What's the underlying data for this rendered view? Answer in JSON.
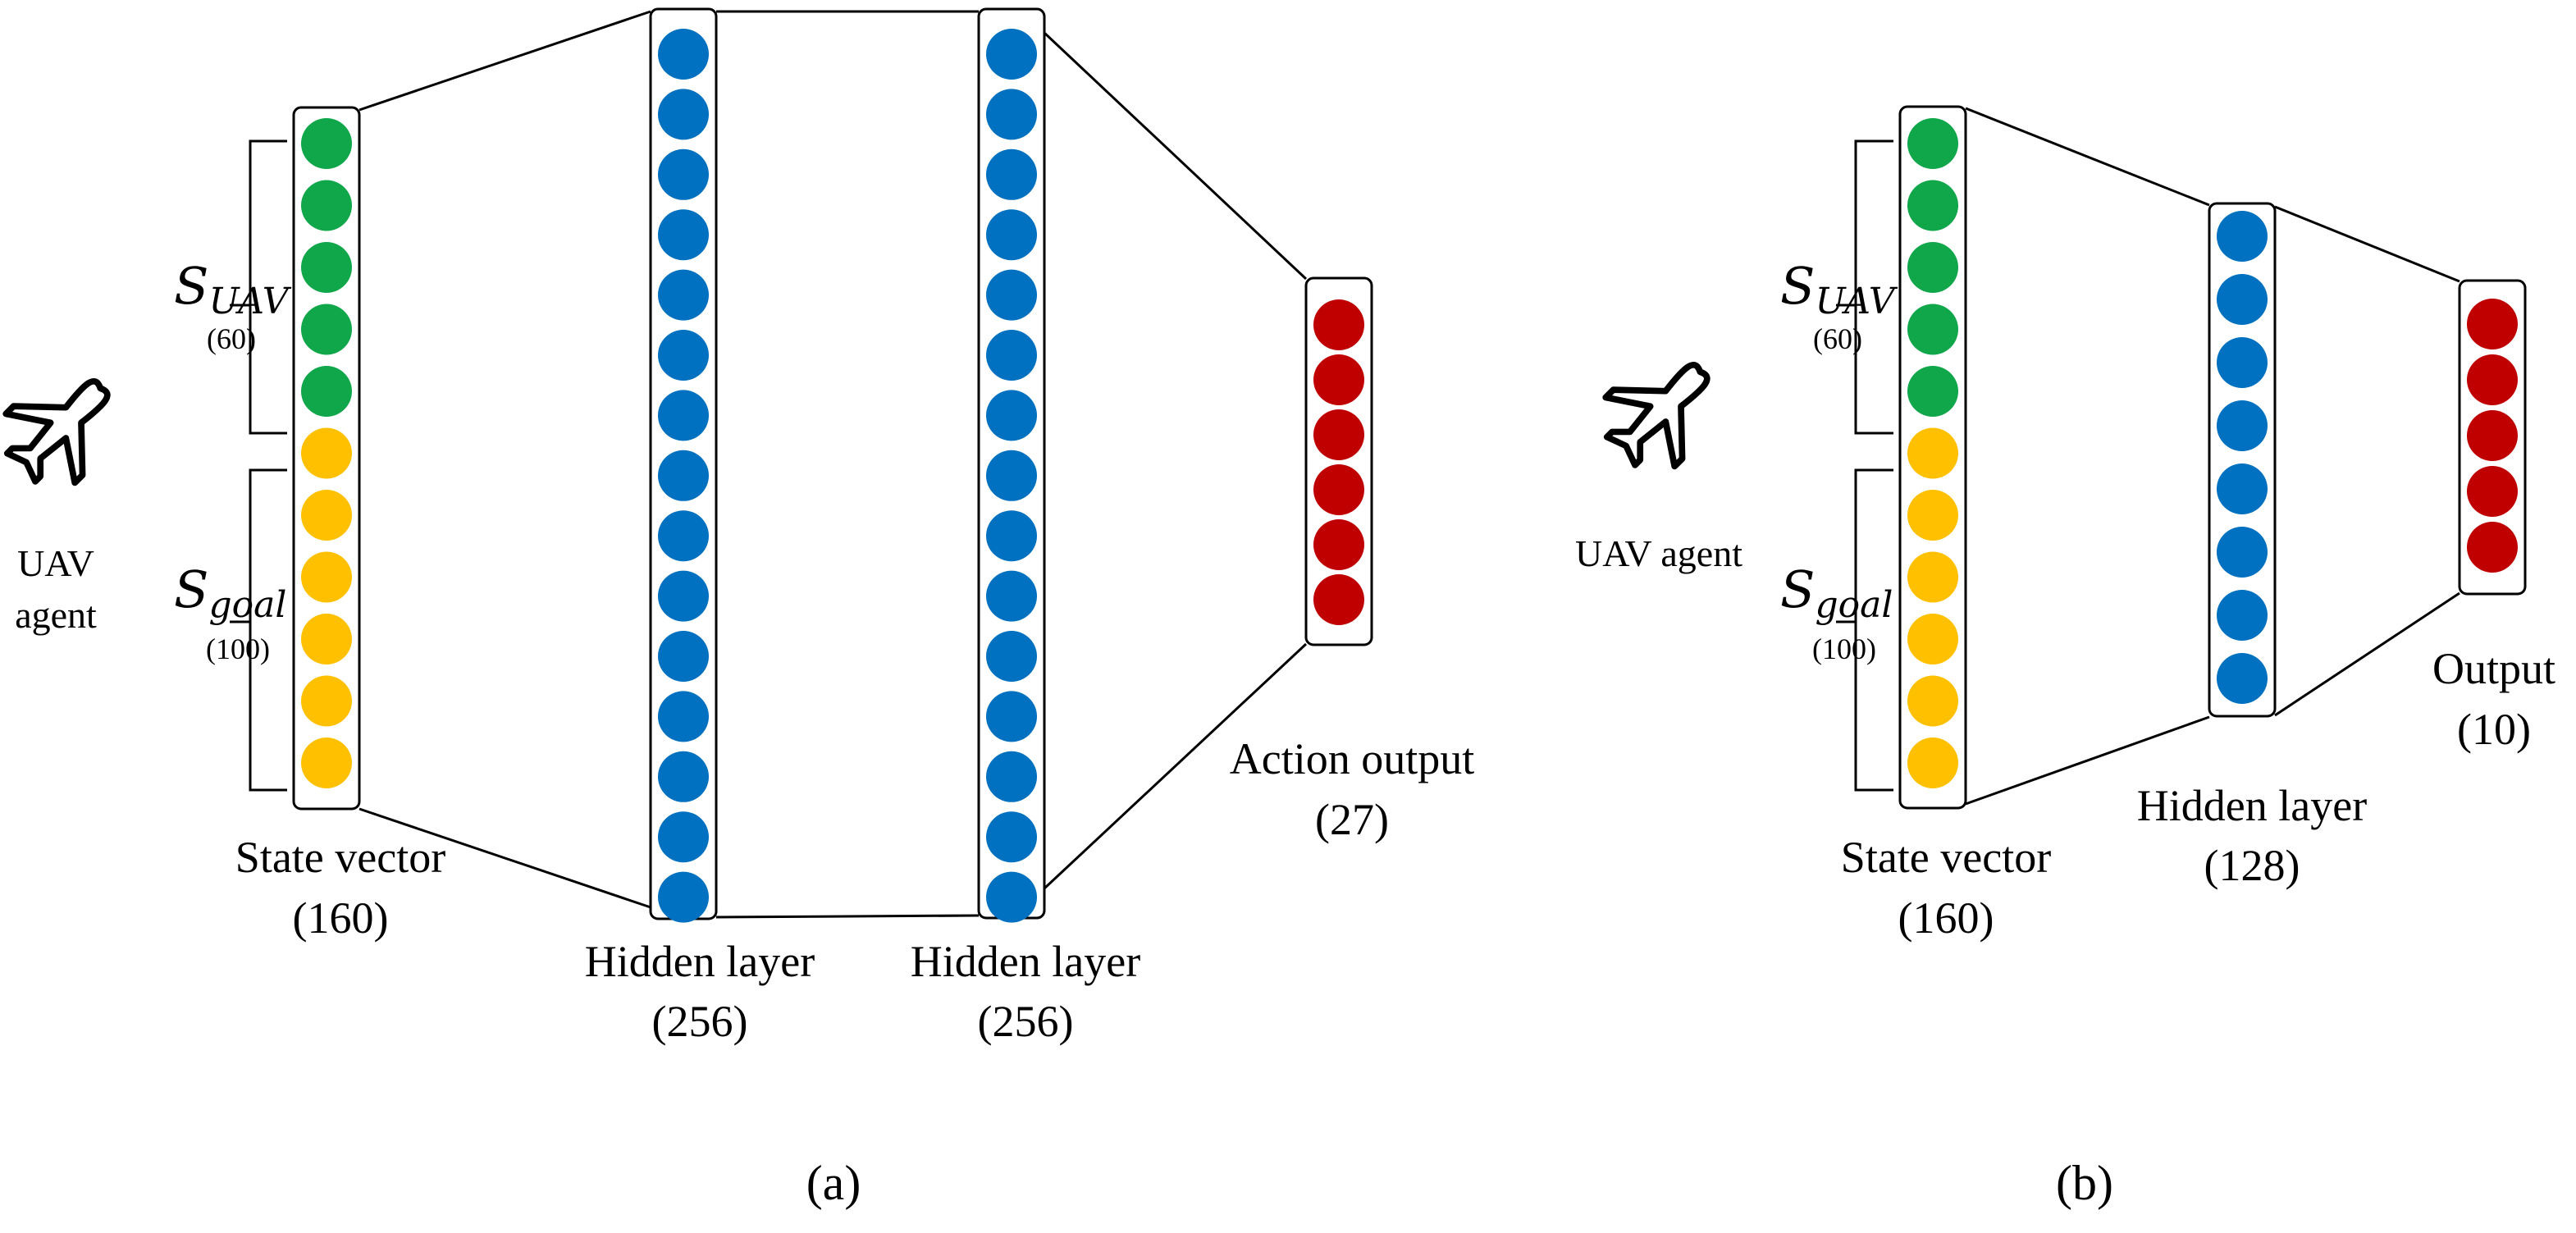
{
  "colors": {
    "uav_state": "#10a64a",
    "goal_state": "#ffc000",
    "hidden": "#0070c0",
    "output": "#c00000",
    "stroke": "#000000"
  },
  "panel_a": {
    "agent_icon": "airplane-icon",
    "agent_label_line1": "UAV",
    "agent_label_line2": "agent",
    "s_uav": {
      "symbol": "S",
      "subscript": "UAV",
      "count": "(60)"
    },
    "s_goal": {
      "symbol": "S",
      "subscript": "goal",
      "count": "(100)"
    },
    "state_layer": {
      "label": "State vector",
      "size": "(160)",
      "uav_nodes": 5,
      "goal_nodes": 6
    },
    "hidden_layer_1": {
      "label": "Hidden layer",
      "size": "(256)",
      "nodes": 15
    },
    "hidden_layer_2": {
      "label": "Hidden layer",
      "size": "(256)",
      "nodes": 15
    },
    "output_layer": {
      "label": "Action output",
      "size": "(27)",
      "nodes": 6
    },
    "caption": "(a)"
  },
  "panel_b": {
    "agent_icon": "airplane-icon",
    "agent_label": "UAV agent",
    "s_uav": {
      "symbol": "S",
      "subscript": "UAV",
      "count": "(60)"
    },
    "s_goal": {
      "symbol": "S",
      "subscript": "goal",
      "count": "(100)"
    },
    "state_layer": {
      "label": "State vector",
      "size": "(160)",
      "uav_nodes": 5,
      "goal_nodes": 6
    },
    "hidden_layer": {
      "label": "Hidden layer",
      "size": "(128)",
      "nodes": 8
    },
    "output_layer": {
      "label": "Output",
      "size": "(10)",
      "nodes": 5
    },
    "caption": "(b)"
  }
}
